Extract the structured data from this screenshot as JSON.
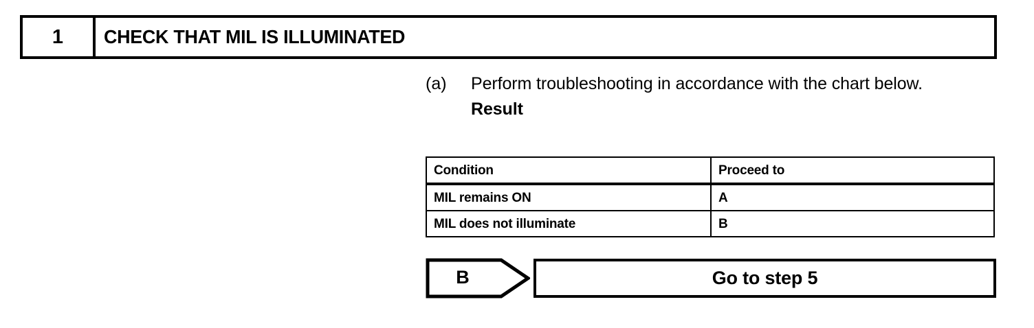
{
  "step_header": {
    "number": "1",
    "title": "CHECK THAT MIL IS ILLUMINATED"
  },
  "procedure": {
    "marker": "(a)",
    "text": "Perform troubleshooting in accordance with the chart below.",
    "subhead": "Result"
  },
  "result_table": {
    "columns": [
      "Condition",
      "Proceed to"
    ],
    "rows": [
      [
        "MIL remains ON",
        "A"
      ],
      [
        "MIL does not illuminate",
        "B"
      ]
    ]
  },
  "flow": {
    "tag": "B",
    "action": "Go to step 5"
  }
}
